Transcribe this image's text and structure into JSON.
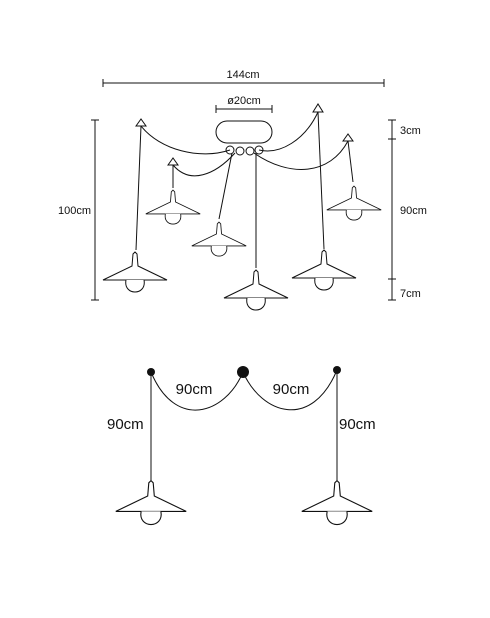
{
  "top_figure": {
    "width_label": "144cm",
    "canopy_diameter_label": "ø20cm",
    "height_label": "100cm",
    "segment_top_label": "3cm",
    "segment_middle_label": "90cm",
    "segment_bottom_label": "7cm"
  },
  "bottom_figure": {
    "left_swag_label": "90cm",
    "right_swag_label": "90cm",
    "left_drop_label": "90cm",
    "right_drop_label": "90cm"
  }
}
